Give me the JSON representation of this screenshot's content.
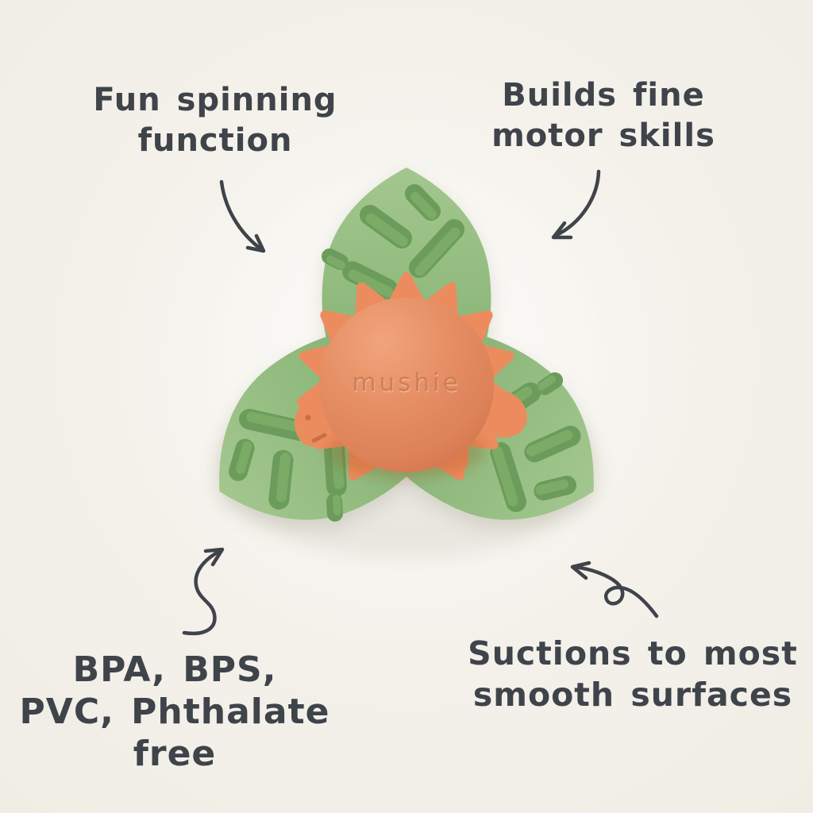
{
  "page": {
    "background_color": "#f3f1ea",
    "ink_color": "#3f434a"
  },
  "annotations": {
    "top_left": {
      "text": "Fun spinning\nfunction",
      "arrow": "curves down-right toward toy"
    },
    "top_right": {
      "text": "Builds fine\nmotor skills",
      "arrow": "curves down-left toward toy"
    },
    "bottom_left": {
      "text": "BPA, BPS,\nPVC, Phthalate\nfree",
      "arrow": "squiggle pointing up-right toward toy"
    },
    "bottom_right": {
      "text": "Suctions to most\nsmooth surfaces",
      "arrow": "looped arrow pointing up-left toward toy"
    }
  },
  "product": {
    "brand_engraving": "mushie",
    "colors": {
      "leaf_green": "#8fb97c",
      "leaf_green_light": "#a3c78f",
      "leaf_green_dark": "#7ca968",
      "leaf_slot": "#6c9c5b",
      "leaf_slot_inner": "#7cab68",
      "dome_orange": "#e58d63",
      "dome_orange_light": "#f1a47c",
      "dome_orange_dark": "#d3784f",
      "orange_bright": "#ec8c5e",
      "engraving": "#cb7952",
      "dino_detail": "#c76f47"
    }
  }
}
